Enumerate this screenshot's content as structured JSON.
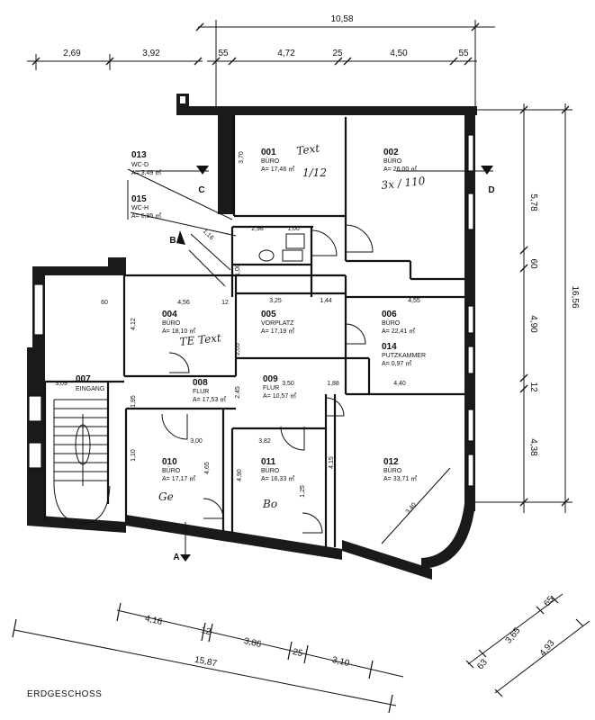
{
  "floor_label": "ERDGESCHOSS",
  "dimensions": {
    "top_total": "10,58",
    "top_left": [
      "2,69",
      "3,92"
    ],
    "top_right": [
      "55",
      "4,72",
      "25",
      "4,50",
      "55"
    ],
    "right_total": "16,56",
    "right": [
      "5,78",
      "60",
      "4,90",
      "12",
      "4,38"
    ],
    "bottom_total": "15,87",
    "bottom": [
      "4,16",
      "12",
      "3,86",
      "25",
      "3,10"
    ],
    "bay": [
      "63",
      "3,65",
      "65",
      "4,93"
    ],
    "interior": [
      "3,70",
      "1,16",
      "2,98",
      "1,00",
      "60",
      "4,56",
      "12",
      "3,25",
      "1,44",
      "4,55",
      "4,12",
      "1,00",
      "2,45",
      "3,09",
      "4,40",
      "1,88",
      "2,05",
      "3,50",
      "3,00",
      "3,82",
      "4,65",
      "4,90",
      "4,15",
      "1,95",
      "1,10",
      "1,25",
      "3,40"
    ]
  },
  "rooms": [
    {
      "no": "001",
      "use": "BÜRO",
      "area": "A= 17,46 ㎡"
    },
    {
      "no": "002",
      "use": "BÜRO",
      "area": "A= 26,00 ㎡"
    },
    {
      "no": "013",
      "use": "WC-D",
      "area": "A= 3,49 ㎡"
    },
    {
      "no": "015",
      "use": "WC-H",
      "area": "A= 6,95 ㎡"
    },
    {
      "no": "004",
      "use": "BÜRO",
      "area": "A= 18,10 ㎡"
    },
    {
      "no": "005",
      "use": "VORPLATZ",
      "area": "A= 17,19 ㎡"
    },
    {
      "no": "006",
      "use": "BÜRO",
      "area": "A= 22,41 ㎡"
    },
    {
      "no": "014",
      "use": "PUTZKAMMER",
      "area": "A= 0,97 ㎡"
    },
    {
      "no": "007",
      "use": "EINGANG",
      "area": ""
    },
    {
      "no": "008",
      "use": "FLUR",
      "area": "A= 17,53 ㎡"
    },
    {
      "no": "009",
      "use": "FLUR",
      "area": "A= 10,57 ㎡"
    },
    {
      "no": "010",
      "use": "BÜRO",
      "area": "A= 17,17 ㎡"
    },
    {
      "no": "011",
      "use": "BÜRO",
      "area": "A= 16,33 ㎡"
    },
    {
      "no": "012",
      "use": "BÜRO",
      "area": "A= 33,71 ㎡"
    }
  ],
  "handwriting": [
    "Text",
    "1/12",
    "3x / 110",
    "TE Text",
    "Ge",
    "Bo"
  ],
  "sections": [
    "A",
    "B",
    "C",
    "D"
  ]
}
